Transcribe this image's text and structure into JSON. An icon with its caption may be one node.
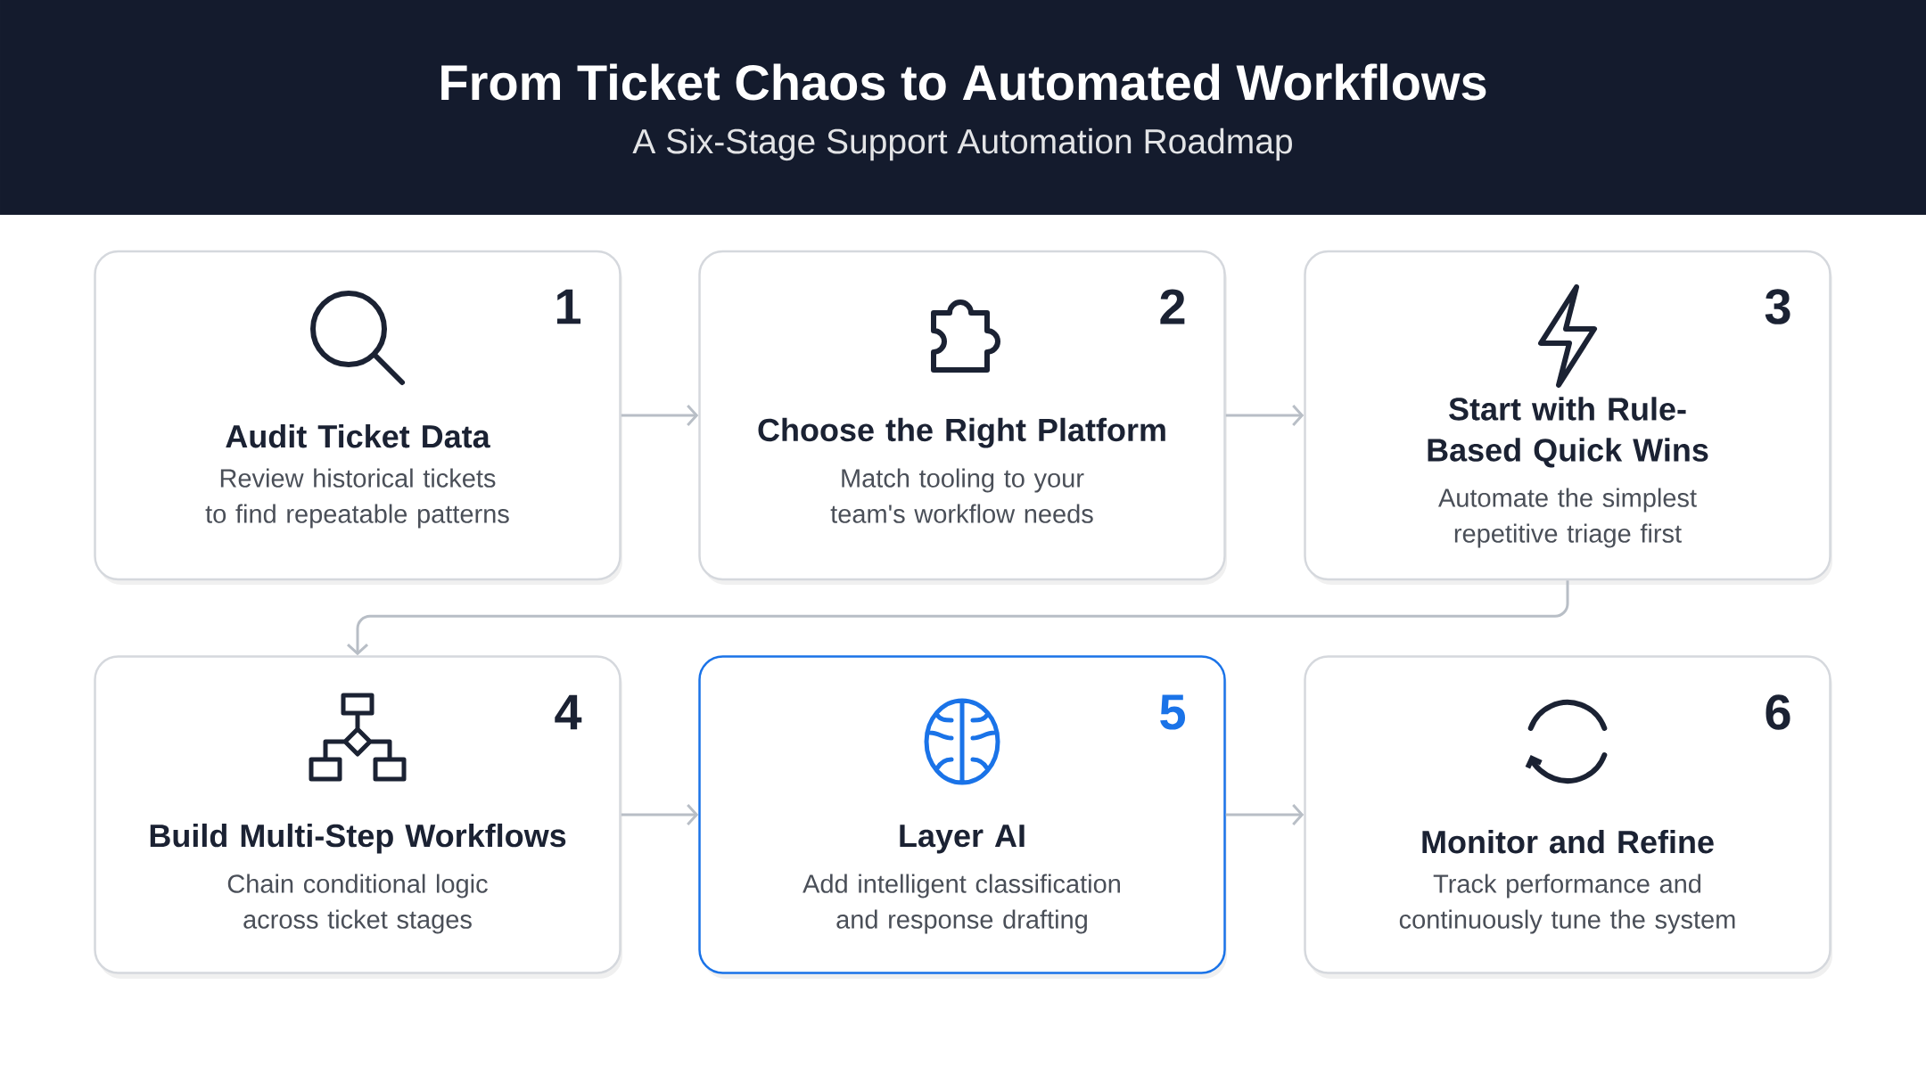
{
  "diagram": {
    "title": "From Ticket Chaos to Automated Workflows",
    "caption": "A Six-Stage Support Automation Roadmap",
    "nodes": [
      {
        "text": [
          "1",
          "Audit Ticket Data",
          "Review historical tickets to find repeatable patterns"
        ]
      },
      {
        "text": [
          "2",
          "Choose the Right Platform",
          "Match tooling to your team's workflow needs"
        ]
      },
      {
        "text": [
          "3",
          "Start with Rule-Based Quick Wins",
          "Automate the simplest repetitive triage first"
        ]
      },
      {
        "text": [
          "4",
          "Build Multi-Step Workflows",
          "Chain conditional logic across ticket stages"
        ]
      },
      {
        "text": [
          "5",
          "Layer AI",
          "Add intelligent classification and response drafting"
        ]
      },
      {
        "text": [
          "6",
          "Monitor and Refine",
          "Track performance and continuously tune the system"
        ]
      }
    ],
    "edges": [
      {
        "from": 0,
        "to": 1,
        "arrow": "to"
      },
      {
        "from": 1,
        "to": 2,
        "arrow": "to"
      },
      {
        "from": 2,
        "to": 3,
        "arrow": "to"
      },
      {
        "from": 3,
        "to": 4,
        "arrow": "to"
      },
      {
        "from": 4,
        "to": 5,
        "arrow": "to"
      }
    ]
  }
}
